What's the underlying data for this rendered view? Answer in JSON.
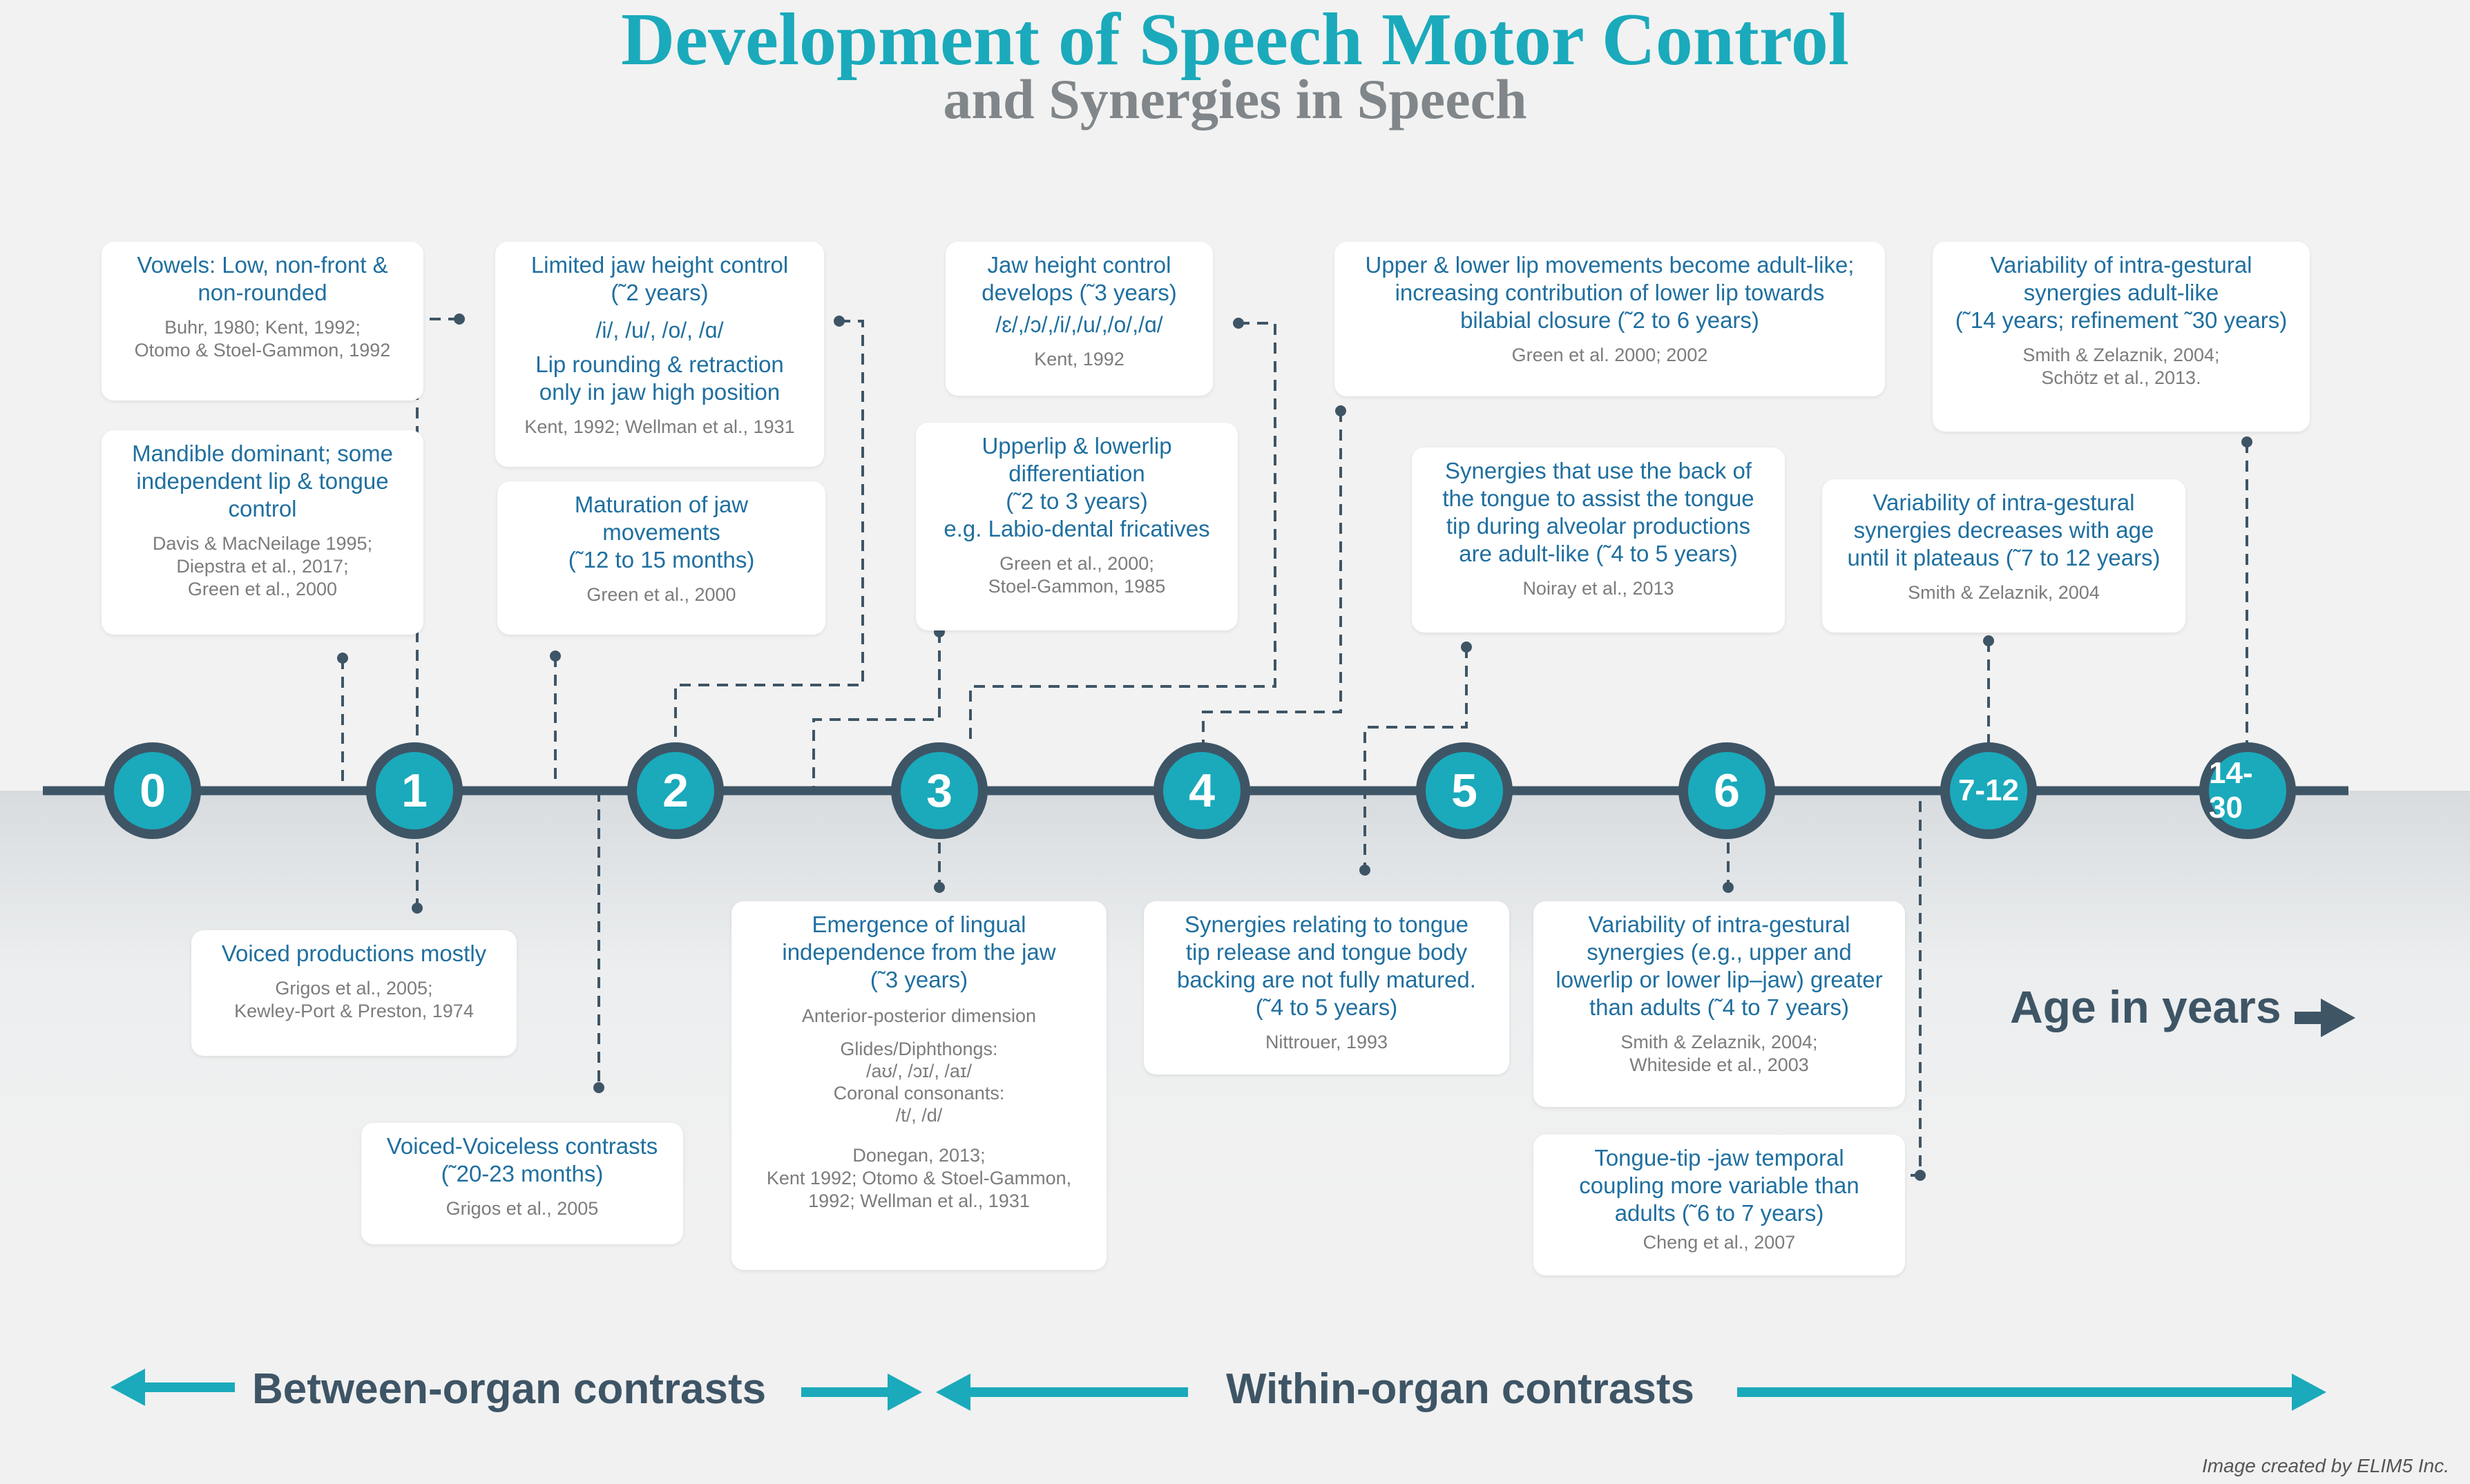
{
  "title": "Development of Speech Motor Control",
  "subtitle": "and Synergies in Speech",
  "age_label": "Age in years",
  "bands": {
    "between": "Between-organ contrasts",
    "within": "Within-organ contrasts"
  },
  "credit": "Image created by ELIM5 Inc.",
  "markers": [
    "0",
    "1",
    "2",
    "3",
    "4",
    "5",
    "6",
    "7-12",
    "14-30"
  ],
  "colors": {
    "accent": "#1aaabb",
    "dark": "#3e5566",
    "heading": "#1f6f9f",
    "ref": "#7c7c7c"
  },
  "boxes": {
    "vowels": {
      "heading": "Vowels: Low, non-front &\nnon-rounded",
      "refs": "Buhr, 1980; Kent, 1992;\nOtomo & Stoel-Gammon, 1992"
    },
    "mandible": {
      "heading": "Mandible dominant; some\nindependent lip & tongue\ncontrol",
      "refs": "Davis & MacNeilage 1995;\nDiepstra et al., 2017;\nGreen et al., 2000"
    },
    "limited_jaw": {
      "heading": "Limited jaw height control\n(˜2 years)",
      "ipa": "/i/, /u/, /o/, /ɑ/",
      "heading2": "Lip rounding & retraction\nonly in jaw high position",
      "refs": "Kent, 1992; Wellman et al., 1931"
    },
    "maturation": {
      "heading": "Maturation of jaw\nmovements\n(˜12 to 15 months)",
      "refs": "Green et al., 2000"
    },
    "jaw_height": {
      "heading": "Jaw height control\ndevelops (˜3 years)",
      "ipa": "/ɛ/,/ɔ/,/i/,/u/,/o/,/ɑ/",
      "refs": "Kent, 1992"
    },
    "upperlip": {
      "heading": "Upperlip & lowerlip\ndifferentiation\n(˜2 to 3 years)\ne.g. Labio-dental fricatives",
      "refs": "Green et al., 2000;\nStoel-Gammon, 1985"
    },
    "upper_lower": {
      "heading": "Upper & lower lip movements become adult-like;\nincreasing contribution of lower lip towards\nbilabial closure (˜2 to 6 years)",
      "refs": "Green et al. 2000; 2002"
    },
    "synergies_back": {
      "heading": "Synergies that use the back of\nthe tongue to assist the tongue\ntip during alveolar productions\nare adult-like (˜4 to 5 years)",
      "refs": "Noiray et al., 2013"
    },
    "variability_adult": {
      "heading": "Variability of intra-gestural\nsynergies adult-like\n(˜14 years; refinement ˜30 years)",
      "refs": "Smith & Zelaznik, 2004;\nSchötz et al., 2013."
    },
    "variability_decreases": {
      "heading": "Variability of intra-gestural\nsynergies decreases with age\nuntil it plateaus (˜7 to 12 years)",
      "refs": "Smith & Zelaznik, 2004"
    },
    "voiced": {
      "heading": "Voiced productions mostly",
      "refs": "Grigos et al., 2005;\nKewley-Port & Preston, 1974"
    },
    "voiced_voiceless": {
      "heading": "Voiced-Voiceless contrasts\n(˜20-23 months)",
      "refs": "Grigos et al., 2005"
    },
    "lingual": {
      "heading": "Emergence of lingual\nindependence from the jaw\n(˜3 years)",
      "sub1": "Anterior-posterior dimension",
      "sub2": "Glides/Diphthongs:\n/aʊ/, /ɔɪ/, /aɪ/\nCoronal consonants:\n/t/, /d/",
      "refs": "Donegan, 2013;\nKent 1992; Otomo & Stoel-Gammon,\n1992; Wellman et al., 1931"
    },
    "tongue_tip_release": {
      "heading": "Synergies relating to tongue\ntip release and tongue body\nbacking are not fully matured.\n(˜4 to 5 years)",
      "refs": "Nittrouer, 1993"
    },
    "variability_greater": {
      "heading": "Variability of intra-gestural\nsynergies (e.g., upper and\nlowerlip or lower lip–jaw) greater\nthan adults (˜4 to 7 years)",
      "refs": "Smith & Zelaznik, 2004;\nWhiteside et al., 2003"
    },
    "tongue_jaw": {
      "heading": "Tongue-tip -jaw temporal\ncoupling more variable than\nadults (˜6 to 7 years)",
      "refs": "Cheng et al., 2007"
    }
  }
}
